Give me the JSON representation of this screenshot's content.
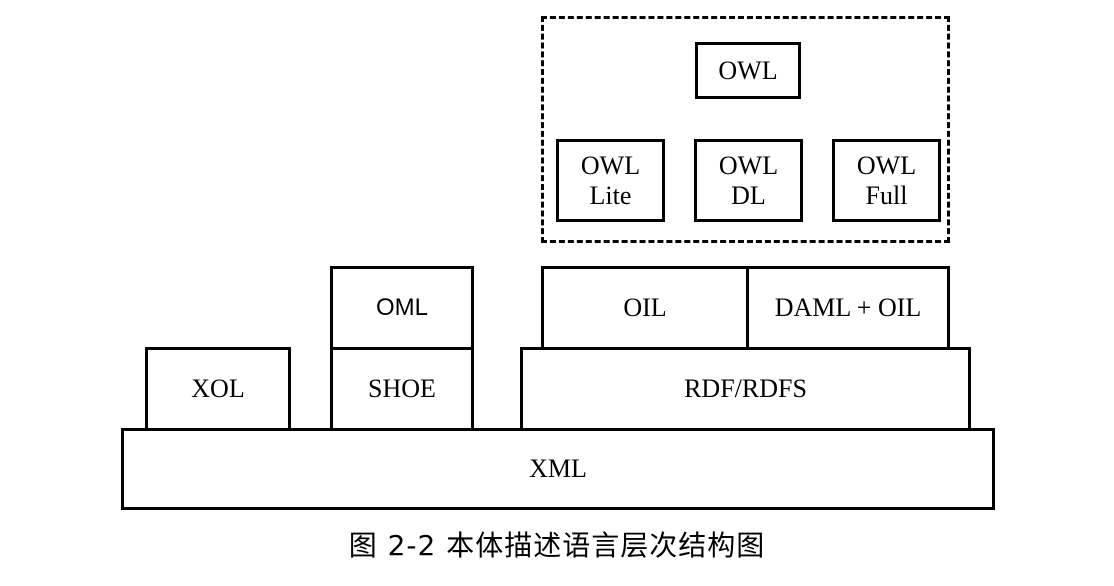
{
  "diagram": {
    "owl_group": {
      "owl": "OWL",
      "owl_lite": "OWL\nLite",
      "owl_dl": "OWL\nDL",
      "owl_full": "OWL\nFull"
    },
    "layer_top": {
      "oml": "OML",
      "oil": "OIL",
      "daml_oil": "DAML + OIL"
    },
    "layer_middle": {
      "xol": "XOL",
      "shoe": "SHOE",
      "rdf_rdfs": "RDF/RDFS"
    },
    "layer_base": {
      "xml": "XML"
    }
  },
  "caption": "图 2-2  本体描述语言层次结构图"
}
